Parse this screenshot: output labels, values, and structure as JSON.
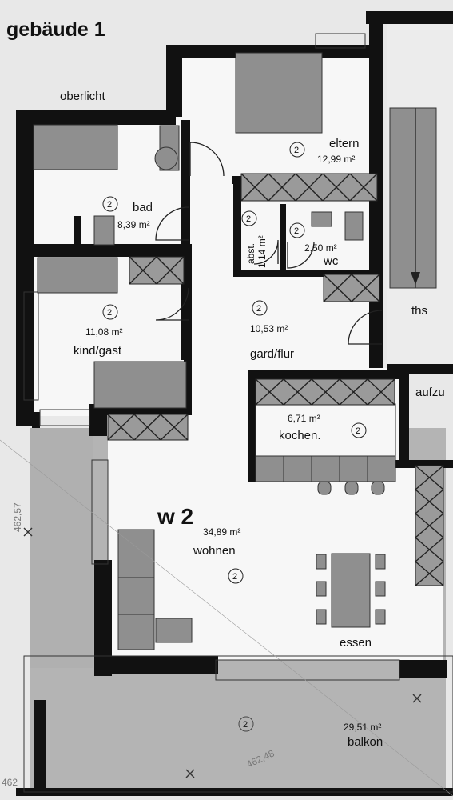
{
  "building": "gebäude 1",
  "unit": "w 2",
  "unit_number": "2",
  "labels": {
    "oberlicht": "oberlicht",
    "ths": "ths",
    "aufzug": "aufzu",
    "coord_left": "462,57",
    "coord_bottom": "462,48",
    "coord_corner": "462"
  },
  "rooms": [
    {
      "id": "eltern",
      "name": "eltern",
      "area": "12,99 m²"
    },
    {
      "id": "bad",
      "name": "bad",
      "area": "8,39 m²"
    },
    {
      "id": "abst",
      "name": "abst.",
      "area": "1,14 m²"
    },
    {
      "id": "wc",
      "name": "wc",
      "area": "2,50 m²"
    },
    {
      "id": "kind",
      "name": "kind/gast",
      "area": "11,08 m²"
    },
    {
      "id": "flur",
      "name": "gard/flur",
      "area": "10,53 m²"
    },
    {
      "id": "kochen",
      "name": "kochen.",
      "area": "6,71 m²"
    },
    {
      "id": "wohnen",
      "name": "wohnen",
      "area": "34,89 m²"
    },
    {
      "id": "essen",
      "name": "essen",
      "area": ""
    },
    {
      "id": "balkon",
      "name": "balkon",
      "area": "29,51 m²"
    }
  ]
}
